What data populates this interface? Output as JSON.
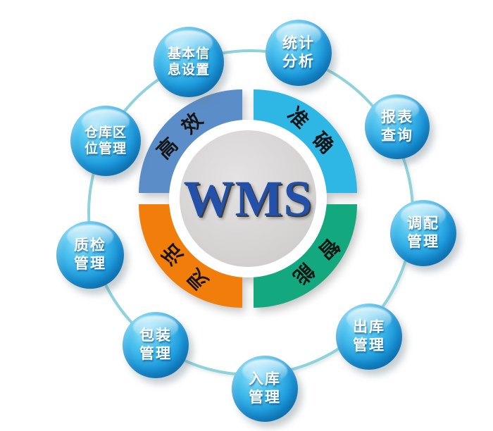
{
  "center": {
    "label": "WMS"
  },
  "colors": {
    "quadrant_blue": "#5b8dc9",
    "quadrant_cyan": "#2eb6e4",
    "quadrant_orange": "#f17d0a",
    "quadrant_green": "#14a87e",
    "center_text": "#2350a8",
    "ring": "#8fd2da",
    "bubble_blue": "#1b9ade",
    "quadrant_label_text": "#151515",
    "bubble_text": "#ffffff"
  },
  "quadrants": [
    {
      "id": "efficient",
      "label": "高效"
    },
    {
      "id": "accurate",
      "label": "准确"
    },
    {
      "id": "intelligent",
      "label": "智能"
    },
    {
      "id": "flexible",
      "label": "灵活"
    }
  ],
  "bubbles": [
    {
      "id": "basic-info-setup",
      "line1": "基本信",
      "line2": "息设置"
    },
    {
      "id": "statistical-analysis",
      "line1": "统计",
      "line2": "分析"
    },
    {
      "id": "report-query",
      "line1": "报表",
      "line2": "查询"
    },
    {
      "id": "allocation-management",
      "line1": "调配",
      "line2": "管理"
    },
    {
      "id": "outbound-management",
      "line1": "出库",
      "line2": "管理"
    },
    {
      "id": "inbound-management",
      "line1": "入库",
      "line2": "管理"
    },
    {
      "id": "packaging-management",
      "line1": "包装",
      "line2": "管理"
    },
    {
      "id": "quality-inspection-management",
      "line1": "质检",
      "line2": "管理"
    },
    {
      "id": "warehouse-location-management",
      "line1": "仓库区",
      "line2": "位管理"
    }
  ]
}
